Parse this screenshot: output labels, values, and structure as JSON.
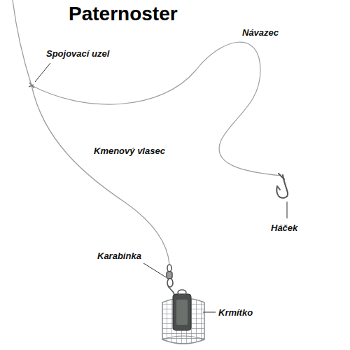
{
  "diagram": {
    "title": "Paternoster",
    "labels": [
      "Spojovací uzel",
      "Návazec",
      "Kmenový vlasec",
      "Karabinka",
      "Háček",
      "Krmítko"
    ]
  }
}
